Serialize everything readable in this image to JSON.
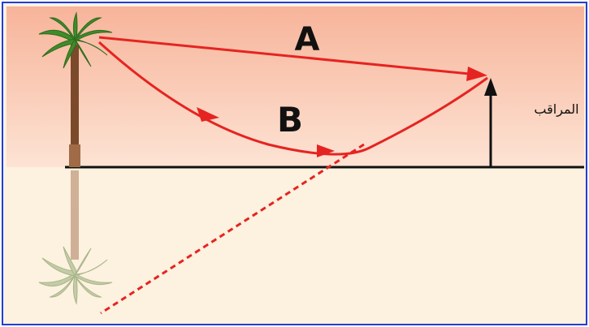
{
  "diagram": {
    "labels": {
      "ray_direct": "A",
      "ray_curved": "B",
      "observer": "المراقب"
    },
    "colors": {
      "frame_border": "#1f3fd6",
      "sky_top": "#f7b49a",
      "sky_bottom": "#fde8dc",
      "ground": "#fdf1df",
      "ray": "#e52421",
      "ground_line": "#111111",
      "observer_arrow": "#111111",
      "palm_trunk": "#7a4a2a",
      "palm_leaves": "#3f8b2a",
      "mirage_trunk": "#c8a58a",
      "mirage_leaves": "#b9c79c"
    },
    "icons": [
      "palm-tree-icon",
      "mirage-palm-icon",
      "observer-arrow-icon"
    ]
  }
}
